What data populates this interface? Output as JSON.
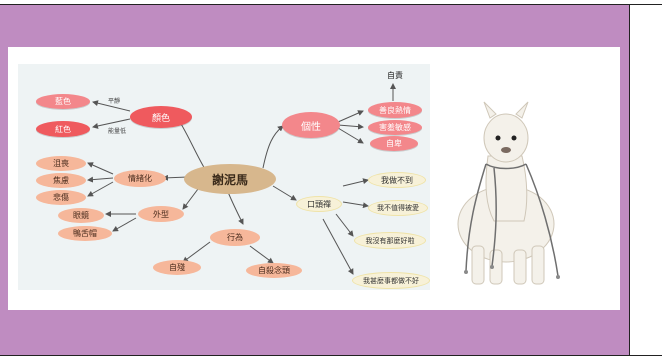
{
  "mindmap": {
    "center": "謝泥馬",
    "color_branch": {
      "label": "顏色",
      "items": [
        "藍色",
        "紅色"
      ],
      "edge_labels": [
        "平靜",
        "能量低"
      ]
    },
    "personality_branch": {
      "label": "個性",
      "top": "自責",
      "items": [
        "善良熱情",
        "害羞敏感",
        "自卑"
      ]
    },
    "emotion_branch": {
      "label": "情緒化",
      "items": [
        "沮喪",
        "焦慮",
        "悲傷"
      ]
    },
    "appearance_branch": {
      "label": "外型",
      "items": [
        "眼鏡",
        "鴨舌帽"
      ]
    },
    "behavior_branch": {
      "label": "行為",
      "items": [
        "自殘",
        "自殺念頭"
      ]
    },
    "catchphrase_branch": {
      "label": "口頭禪",
      "items": [
        "我做不到",
        "我不值得被愛",
        "我沒有那麼好啦",
        "我甚麼事都做不好"
      ]
    }
  },
  "colors": {
    "slide_bg": "#bf8cc1",
    "map_bg": "#eef3f4",
    "red": "#ef5a5e",
    "center": "#d7b78d",
    "peach": "#f6b79a"
  },
  "image": {
    "icon": "alpaca-illustration"
  }
}
